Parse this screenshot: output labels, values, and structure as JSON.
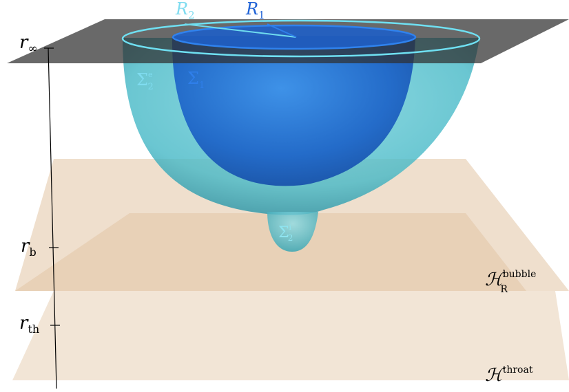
{
  "colors": {
    "plane_top": "#3a3a3a",
    "plane_horizon": "#e4c7a8",
    "surface_outer": "#4fc4cf",
    "surface_inner": "#1f6fd0",
    "label_light": "#7fdcf0",
    "label_dark": "#1f62d6",
    "axis": "#000000"
  },
  "axis_labels": {
    "r_inf": {
      "base": "r",
      "sub": "∞"
    },
    "r_b": {
      "base": "r",
      "sub": "b"
    },
    "r_th": {
      "base": "r",
      "sub": "th"
    }
  },
  "surface_labels": {
    "sigma2e": {
      "base": "Σ",
      "sub": "2",
      "sup": "e"
    },
    "sigma1": {
      "base": "Σ",
      "sub": "1"
    },
    "sigma2i": {
      "base": "Σ",
      "sub": "2",
      "sup": "i"
    }
  },
  "radius_labels": {
    "R2": {
      "base": "R",
      "sub": "2"
    },
    "R1": {
      "base": "R",
      "sub": "1"
    }
  },
  "horizon_labels": {
    "bubble": {
      "base": "ℋ",
      "sub": "R",
      "sup": "bubble"
    },
    "throat": {
      "base": "ℋ",
      "sup": "throat"
    }
  }
}
